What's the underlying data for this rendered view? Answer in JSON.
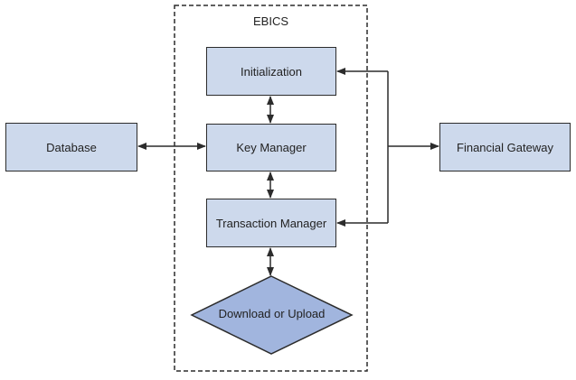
{
  "diagram": {
    "container": {
      "label": "EBICS"
    },
    "nodes": {
      "initialization": "Initialization",
      "key_manager": "Key Manager",
      "transaction_manager": "Transaction Manager",
      "download_upload": "Download or Upload",
      "database": "Database",
      "financial_gateway": "Financial Gateway"
    },
    "colors": {
      "box_fill": "#cdd9ec",
      "diamond_fill": "#a1b5de",
      "stroke": "#2c2c2c"
    },
    "connections": [
      {
        "from": "database",
        "to": "key_manager",
        "direction": "both"
      },
      {
        "from": "initialization",
        "to": "key_manager",
        "direction": "both"
      },
      {
        "from": "key_manager",
        "to": "transaction_manager",
        "direction": "both"
      },
      {
        "from": "transaction_manager",
        "to": "download_upload",
        "direction": "both"
      },
      {
        "from": "financial_gateway",
        "to": "initialization",
        "direction": "forward"
      },
      {
        "from": "financial_gateway",
        "to": "transaction_manager",
        "direction": "forward"
      },
      {
        "from": "key_manager_bus",
        "to": "financial_gateway",
        "direction": "forward"
      }
    ]
  }
}
